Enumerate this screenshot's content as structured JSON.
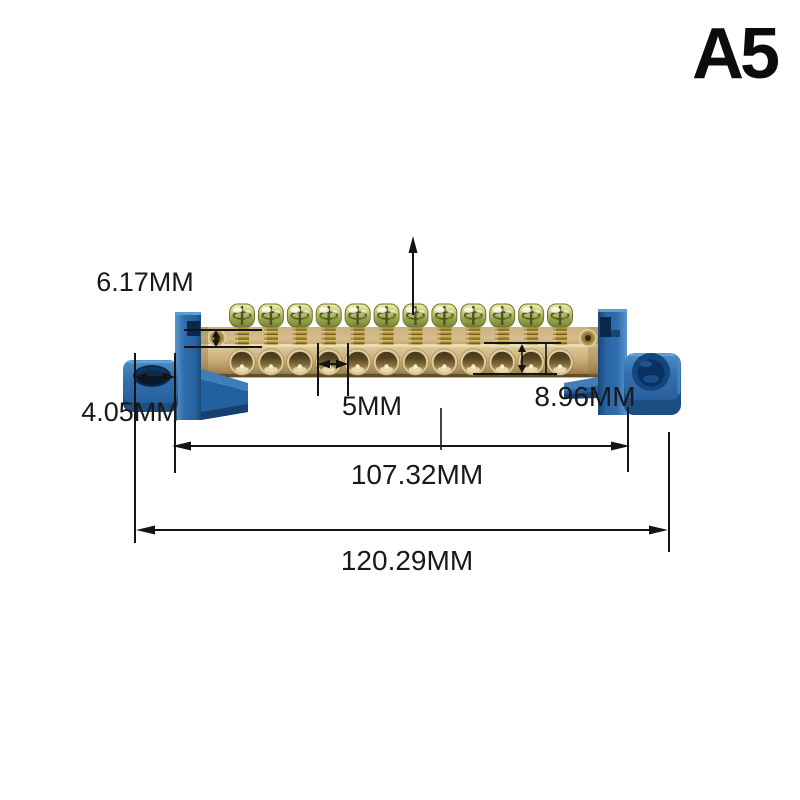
{
  "page": {
    "background_color": "#ffffff",
    "variant_label": "A5"
  },
  "product": {
    "description": "blue screw terminal bus bar strip with brass body and two blue mounting feet",
    "screw_count": 12,
    "front_hole_count": 12,
    "colors": {
      "housing_blue": "#2e6dad",
      "housing_blue_dark": "#16406f",
      "brass_light": "#d6c091",
      "brass_dark": "#7a6238",
      "screw_zinc_green": "#a9b054",
      "dimension_line": "#141414",
      "text": "#191919"
    }
  },
  "dimensions": {
    "end_hole_diameter": {
      "label": "6.17MM"
    },
    "foot_slot_width": {
      "label": "4.05MM"
    },
    "front_hole_diameter": {
      "label": "5MM"
    },
    "bar_thickness": {
      "label": "8.96MM"
    },
    "mounting_hole_span": {
      "label": "107.32MM"
    },
    "overall_length": {
      "label": "120.29MM"
    }
  }
}
